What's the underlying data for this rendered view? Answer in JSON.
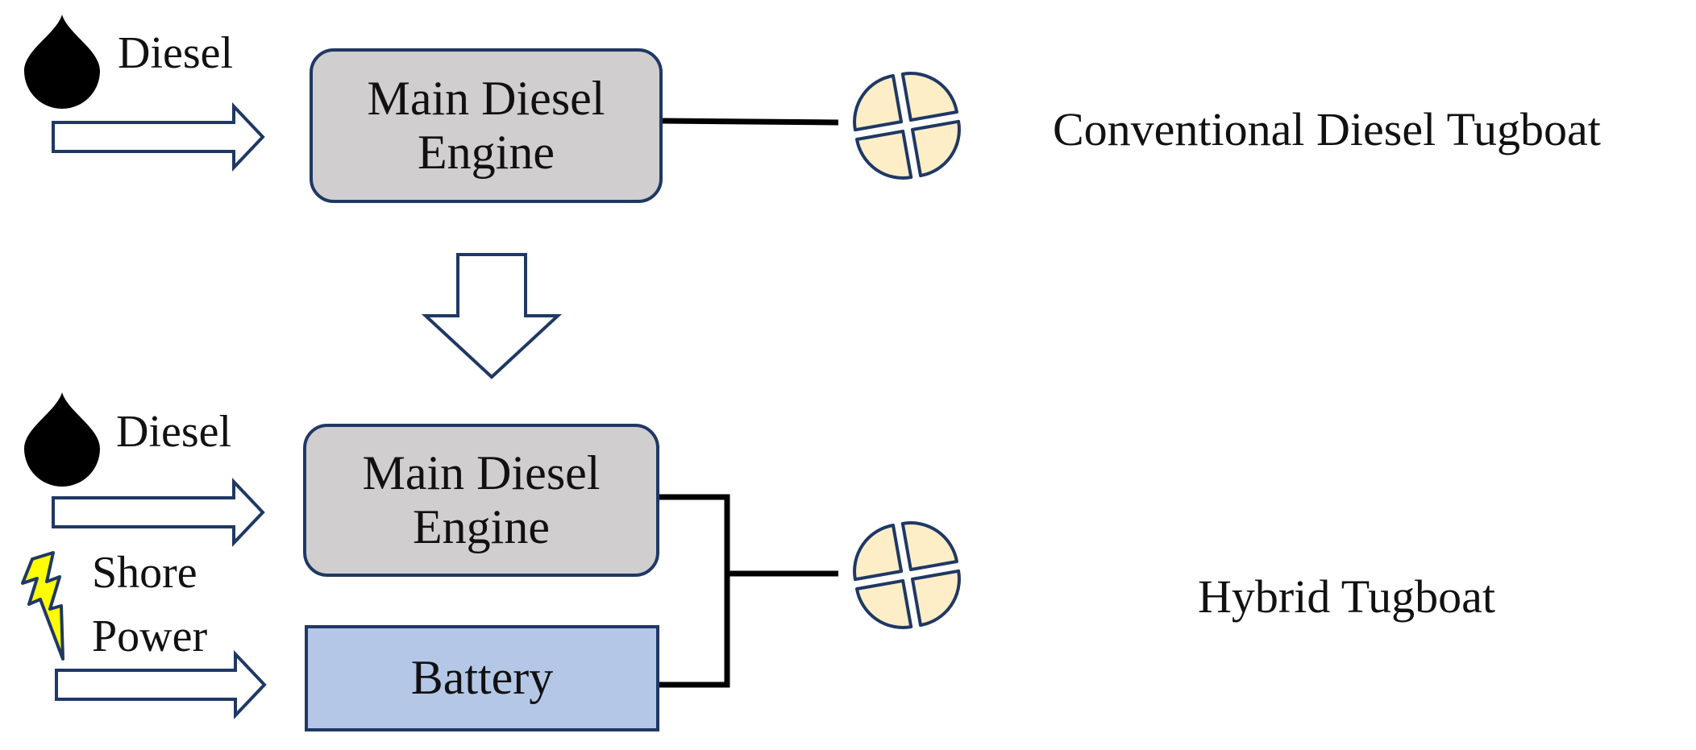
{
  "conventional": {
    "fuel_label": "Diesel",
    "engine_line1": "Main Diesel",
    "engine_line2": "Engine",
    "caption": "Conventional Diesel Tugboat"
  },
  "hybrid": {
    "fuel_label": "Diesel",
    "shore_line1": "Shore",
    "shore_line2": "Power",
    "engine_line1": "Main Diesel",
    "engine_line2": "Engine",
    "battery_label": "Battery",
    "caption": "Hybrid Tugboat"
  },
  "colors": {
    "engine_fill": "#d0cece",
    "battery_fill": "#b4c7e7",
    "box_border": "#1f3864",
    "propeller_fill": "#fdeec8",
    "lightning_fill": "#ffff00",
    "drop_fill": "#000000"
  },
  "icons": [
    "diesel-drop-icon",
    "lightning-icon",
    "propeller-icon",
    "flow-arrow-icon",
    "transition-arrow-icon"
  ]
}
